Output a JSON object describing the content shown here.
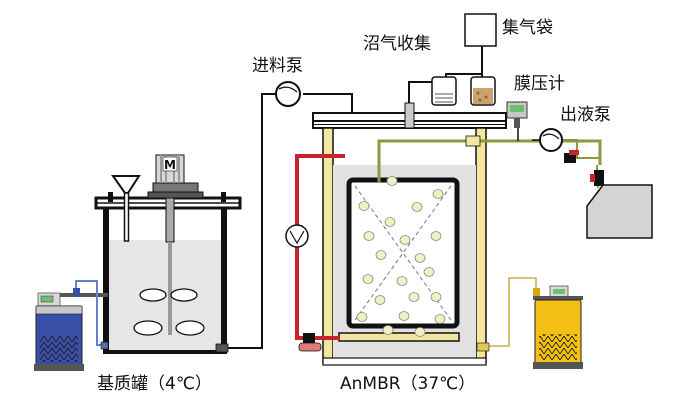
{
  "labels": {
    "feed_pump": "进料泵",
    "biogas_collection": "沼气收集",
    "gas_bag": "集气袋",
    "manometer": "膜压计",
    "effluent_pump": "出液泵",
    "substrate_tank": "基质罐（4℃）",
    "anmbr": "AnMBR（37℃）"
  },
  "colors": {
    "recirculation_line": "#c8242b",
    "effluent_line": "#8a9a3c",
    "water_blue": "#3a4fa8",
    "bath_yellow": "#f4c016",
    "column_yellow": "#f3e6a0"
  }
}
